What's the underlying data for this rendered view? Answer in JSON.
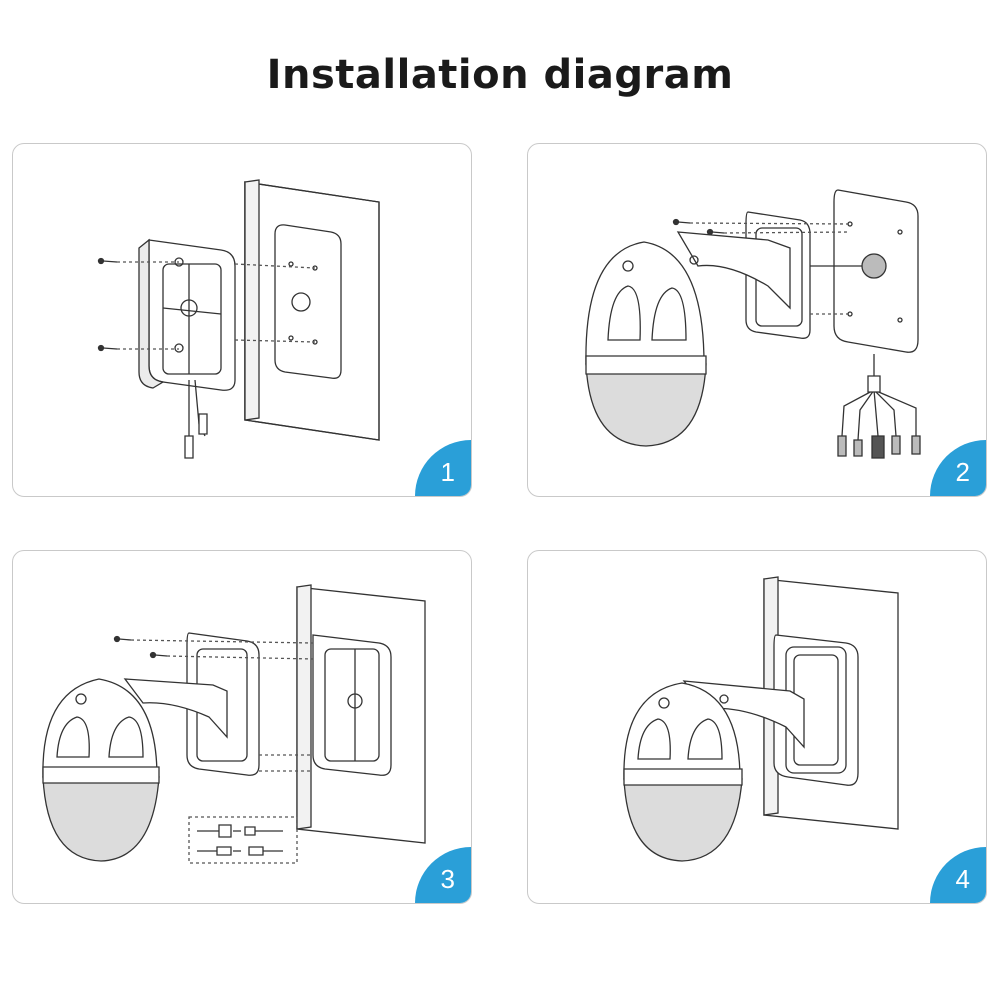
{
  "title": "Installation diagram",
  "steps": [
    {
      "number": "1"
    },
    {
      "number": "2"
    },
    {
      "number": "3"
    },
    {
      "number": "4"
    }
  ],
  "colors": {
    "accent": "#2a9fd8",
    "line": "#333333",
    "border": "#c9c9c9",
    "dome": "#d8d8d8"
  }
}
